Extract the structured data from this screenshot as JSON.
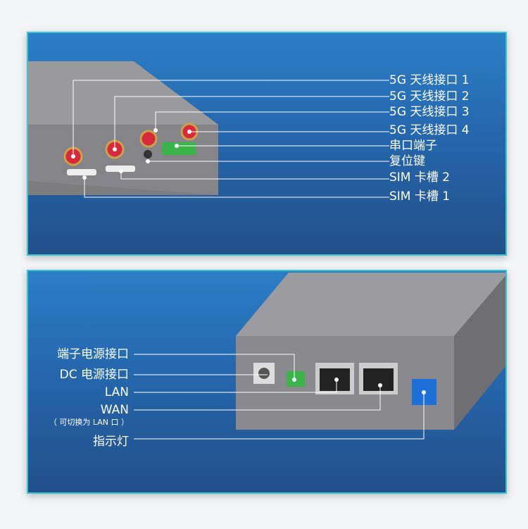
{
  "top_panel": {
    "labels": [
      "5G 天线接口 1",
      "5G 天线接口 2",
      "5G 天线接口 3",
      "5G 天线接口 4",
      "串口端子",
      "复位键",
      "SIM 卡槽 2",
      "SIM 卡槽 1"
    ]
  },
  "bottom_panel": {
    "labels": [
      "端子电源接口",
      "DC 电源接口",
      "LAN",
      "WAN"
    ],
    "wan_note": "（ 可切换为 LAN 口 ）",
    "indicator_label": "指示灯"
  },
  "colors": {
    "border": "#35c6d6",
    "panel_top": "#2b7fc7",
    "panel_bottom": "#22508a",
    "device": "#8a8a8a"
  }
}
